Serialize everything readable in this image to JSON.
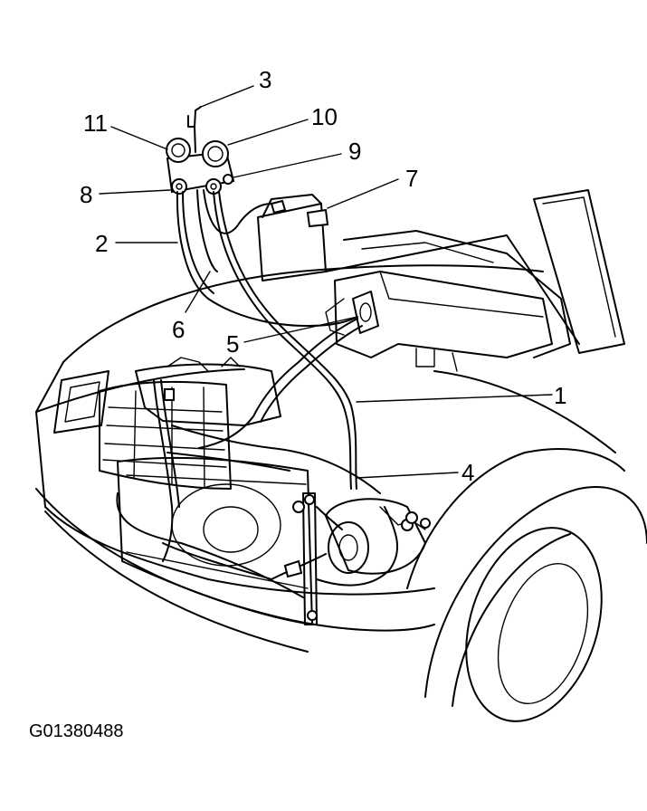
{
  "callouts": {
    "c1": "1",
    "c2": "2",
    "c3": "3",
    "c4": "4",
    "c5": "5",
    "c6": "6",
    "c7": "7",
    "c8": "8",
    "c9": "9",
    "c10": "10",
    "c11": "11"
  },
  "figure_id": "G01380488"
}
